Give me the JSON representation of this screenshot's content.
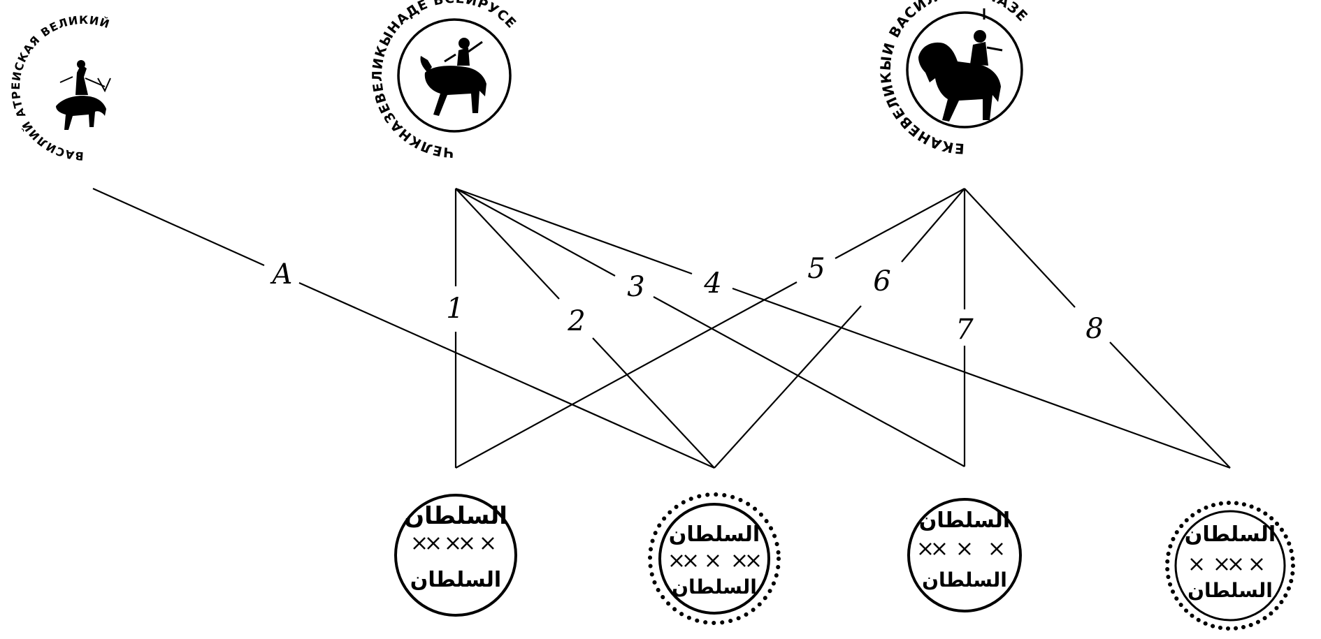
{
  "diagram": {
    "seals": [
      {
        "id": "seal-left",
        "legend": "ВАСИЛИЙ АТРЕИСКАЯ ВЕЛИКИЙ"
      },
      {
        "id": "seal-middle",
        "legend": "ЧЕЛКНАЗЕВЕЛИКЫНАДЕ ВСЕИРУСЕ"
      },
      {
        "id": "seal-right",
        "legend": "ЕКАНЕВЕЛИКЫИ ВАСИЛЕВИЧНАЗЕ"
      }
    ],
    "coins": [
      {
        "id": "coin-1",
        "text": "السلطان"
      },
      {
        "id": "coin-2",
        "text": "السلطان"
      },
      {
        "id": "coin-3",
        "text": "السلطان"
      },
      {
        "id": "coin-4",
        "text": "السلطان"
      }
    ],
    "connectors": [
      {
        "label": "A",
        "from": "seal-left",
        "to": "coin-2"
      },
      {
        "label": "1",
        "from": "seal-middle",
        "to": "coin-1"
      },
      {
        "label": "2",
        "from": "seal-middle",
        "to": "coin-2"
      },
      {
        "label": "3",
        "from": "seal-middle",
        "to": "coin-3"
      },
      {
        "label": "4",
        "from": "seal-middle",
        "to": "coin-4"
      },
      {
        "label": "5",
        "from": "seal-right",
        "to": "coin-1"
      },
      {
        "label": "6",
        "from": "seal-right",
        "to": "coin-2"
      },
      {
        "label": "7",
        "from": "seal-right",
        "to": "coin-3"
      },
      {
        "label": "8",
        "from": "seal-right",
        "to": "coin-4"
      }
    ]
  }
}
